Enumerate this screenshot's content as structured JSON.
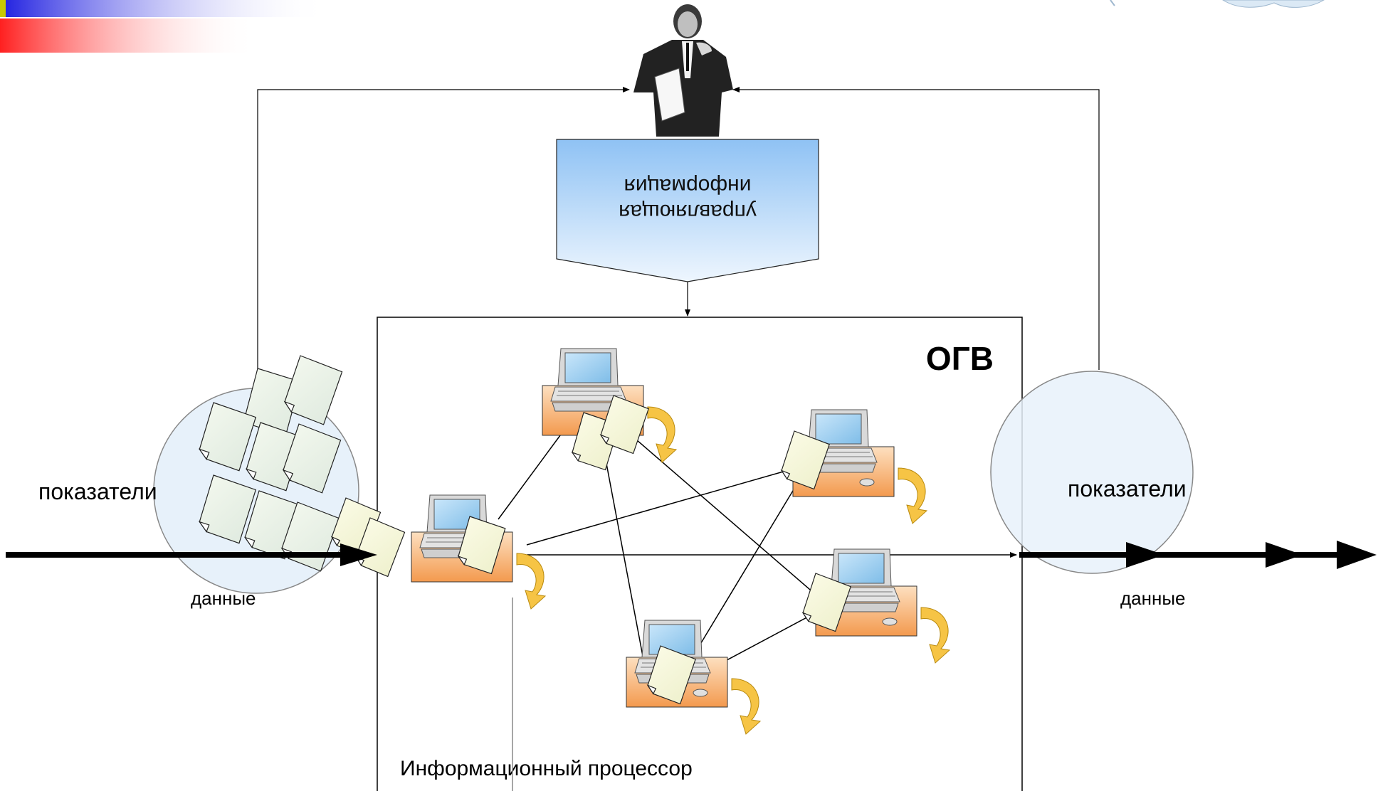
{
  "labels": {
    "ogv": "ОГВ",
    "indicators_left": "показатели",
    "indicators_right": "показатели",
    "data_left": "данные",
    "data_right": "данные",
    "control_info_line1": "управляющая",
    "control_info_line2": "информация",
    "info_processor": "Информационный процессор"
  },
  "icons": {
    "manager": "businessman-figure",
    "workstation": "computer-workstation-icon",
    "document": "document-sheet-icon"
  },
  "colors": {
    "control_box_top": "#9ec9f5",
    "control_box_bottom": "#e8f3fd",
    "circle_fill": "#e7f1fa",
    "desk_top": "#fbd3a8",
    "desk_bottom": "#f5a35a",
    "monitor_screen": "#a9d3f0",
    "swoosh": "#f4c242",
    "header_bar_blue": "#2b2bd8",
    "header_bar_red": "#ff2b2b"
  }
}
